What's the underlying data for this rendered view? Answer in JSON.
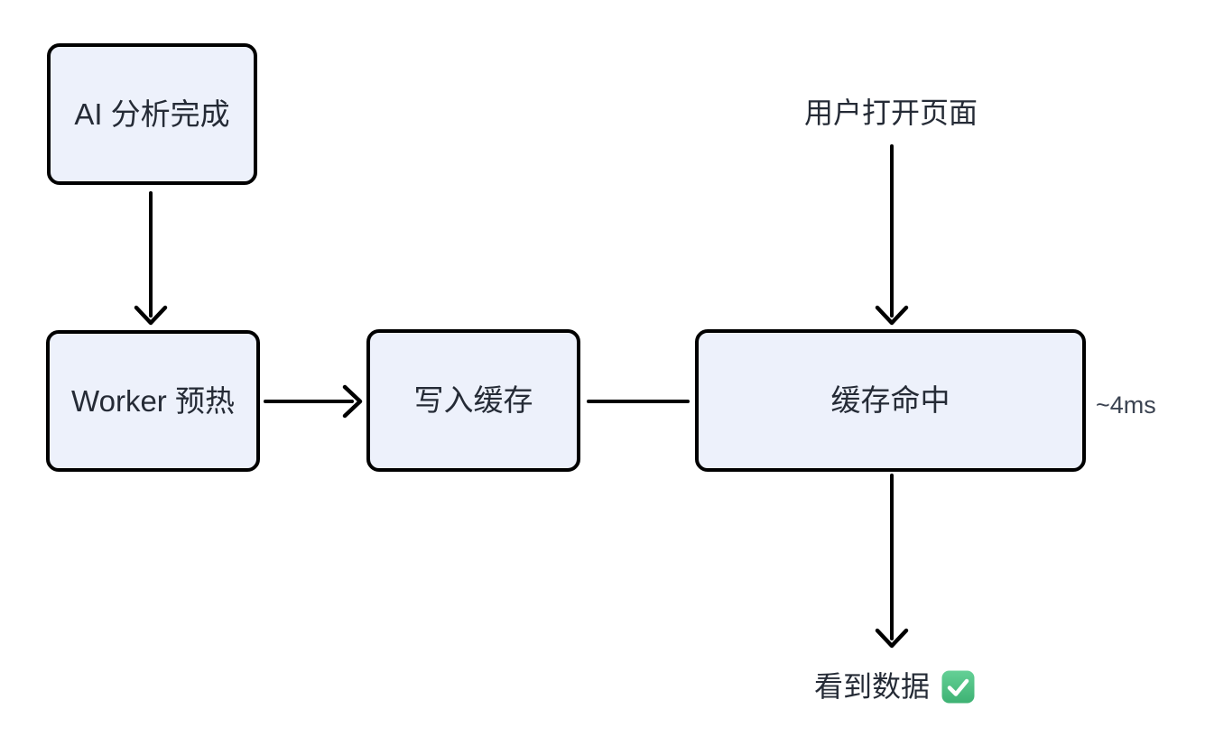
{
  "diagram": {
    "nodes": [
      {
        "id": "ai-analysis-done",
        "label": "AI 分析完成"
      },
      {
        "id": "worker-warmup",
        "label": "Worker 预热"
      },
      {
        "id": "write-cache",
        "label": "写入缓存"
      },
      {
        "id": "cache-hit",
        "label": "缓存命中"
      }
    ],
    "floating_labels": {
      "user_opens_page": "用户打开页面",
      "see_data": "看到数据",
      "latency": "~4ms"
    },
    "edges": [
      {
        "from": "ai-analysis-done",
        "to": "worker-warmup",
        "style": "arrow"
      },
      {
        "from": "worker-warmup",
        "to": "write-cache",
        "style": "arrow"
      },
      {
        "from": "write-cache",
        "to": "cache-hit",
        "style": "line"
      },
      {
        "from": "user_opens_page",
        "to": "cache-hit",
        "style": "arrow"
      },
      {
        "from": "cache-hit",
        "to": "see_data",
        "style": "arrow"
      }
    ],
    "icons": {
      "check_icon": "white-check-mark"
    },
    "colors": {
      "node_fill": "#edf1fb",
      "node_border": "#000000",
      "edge_stroke": "#000000",
      "text": "#252b36",
      "latency_text": "#3b4351",
      "check_green_top": "#64d096",
      "check_green_bottom": "#3eb273",
      "background": "#ffffff"
    }
  }
}
